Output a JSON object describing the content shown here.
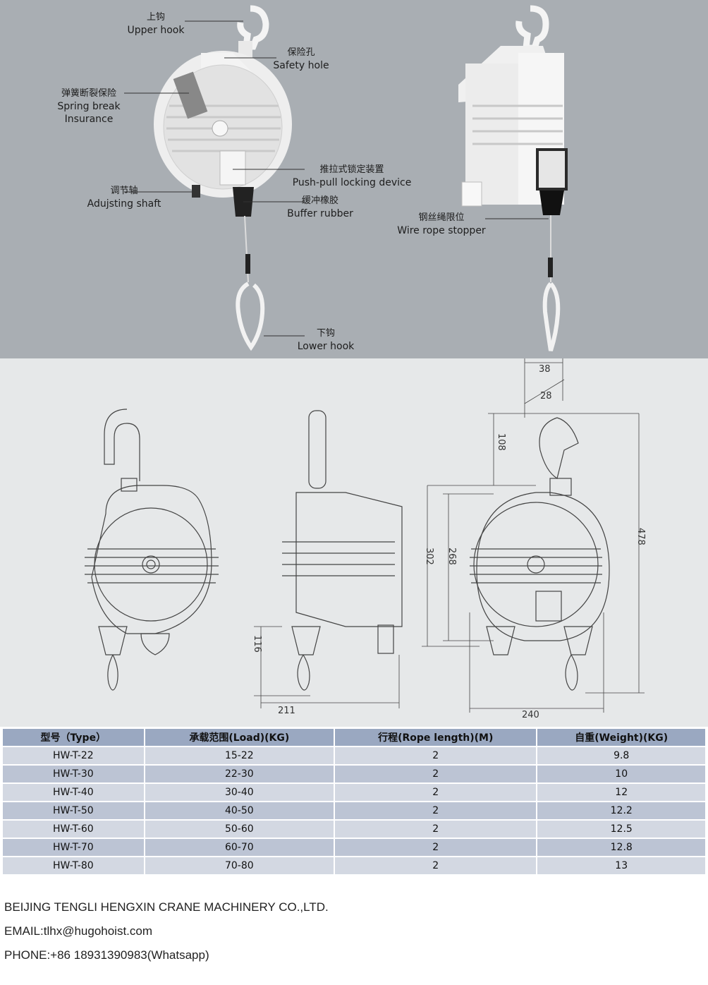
{
  "photo_callouts": {
    "upper_hook": {
      "zh": "上钩",
      "en": "Upper hook"
    },
    "safety_hole": {
      "zh": "保险孔",
      "en": "Safety hole"
    },
    "spring_break": {
      "zh": "弹簧断裂保险",
      "en": "Spring break Insurance"
    },
    "push_pull": {
      "zh": "推拉式锁定装置",
      "en": "Push-pull locking device"
    },
    "adjusting_shaft": {
      "zh": "调节轴",
      "en": "Adujsting shaft"
    },
    "buffer_rubber": {
      "zh": "缓冲橡胶",
      "en": "Buffer rubber"
    },
    "wire_rope_stopper": {
      "zh": "钢丝绳限位",
      "en": "Wire rope stopper"
    },
    "lower_hook": {
      "zh": "下钩",
      "en": "Lower hook"
    }
  },
  "drawing_dimensions": {
    "d38": "38",
    "d28": "28",
    "d108": "108",
    "d302": "302",
    "d268": "268",
    "d478": "478",
    "d116": "116",
    "d211": "211",
    "d240": "240"
  },
  "spec_table": {
    "headers": [
      "型号（Type）",
      "承载范围(Load)(KG)",
      "行程(Rope length)(M)",
      "自重(Weight)(KG)"
    ],
    "rows": [
      [
        "HW-T-22",
        "15-22",
        "2",
        "9.8"
      ],
      [
        "HW-T-30",
        "22-30",
        "2",
        "10"
      ],
      [
        "HW-T-40",
        "30-40",
        "2",
        "12"
      ],
      [
        "HW-T-50",
        "40-50",
        "2",
        "12.2"
      ],
      [
        "HW-T-60",
        "50-60",
        "2",
        "12.5"
      ],
      [
        "HW-T-70",
        "60-70",
        "2",
        "12.8"
      ],
      [
        "HW-T-80",
        "70-80",
        "2",
        "13"
      ]
    ]
  },
  "company": {
    "name": "BEIJING TENGLI HENGXIN CRANE MACHINERY CO.,LTD.",
    "email": "EMAIL:tlhx@hugohoist.com",
    "phone": "PHONE:+86 18931390983(Whatsapp)"
  }
}
